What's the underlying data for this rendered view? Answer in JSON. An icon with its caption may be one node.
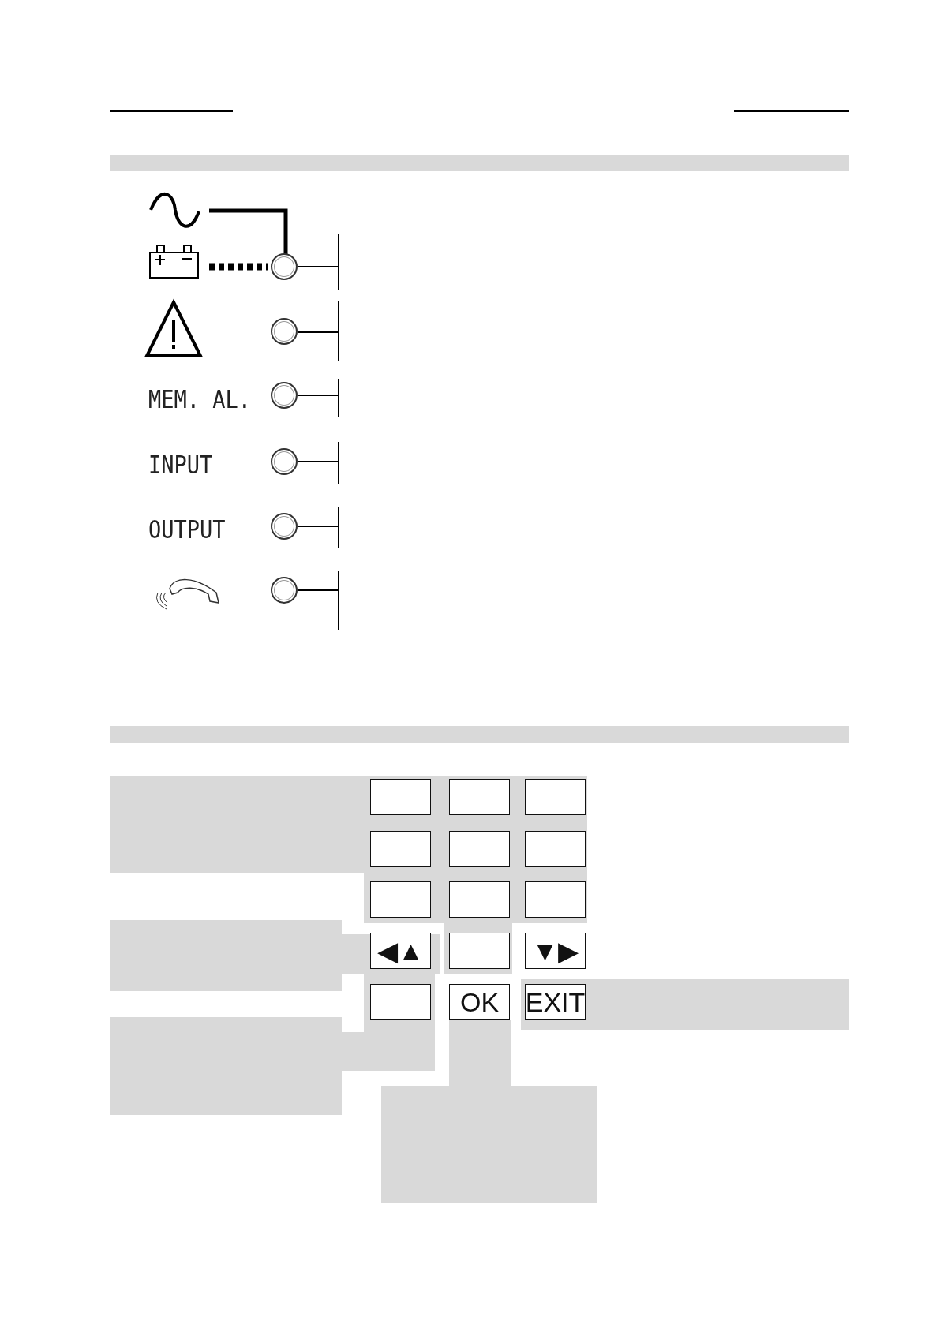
{
  "diagram": {
    "nodes": [
      {
        "text": [],
        "shape": "circle"
      },
      {
        "text": [],
        "shape": "circle"
      },
      {
        "text": [],
        "shape": "circle"
      },
      {
        "text": [],
        "shape": "circle"
      },
      {
        "text": [],
        "shape": "circle"
      },
      {
        "text": [],
        "shape": "circle"
      },
      {
        "text": [],
        "shape": "box"
      },
      {
        "text": [],
        "shape": "box"
      },
      {
        "text": [],
        "shape": "box"
      },
      {
        "text": [],
        "shape": "box"
      },
      {
        "text": [],
        "shape": "box"
      },
      {
        "text": [],
        "shape": "box"
      },
      {
        "text": [],
        "shape": "box"
      },
      {
        "text": [],
        "shape": "box"
      },
      {
        "text": [],
        "shape": "box"
      },
      {
        "text": [
          "◀▲"
        ]
      },
      {
        "text": [],
        "shape": "box"
      },
      {
        "text": [
          "▼▶"
        ]
      },
      {
        "text": [],
        "shape": "box"
      },
      {
        "text": [
          "OK"
        ]
      },
      {
        "text": [
          "EXIT"
        ]
      }
    ],
    "edges": [
      {
        "from": 0,
        "to": null,
        "arrow": "none"
      },
      {
        "from": 1,
        "to": null,
        "arrow": "none"
      },
      {
        "from": 2,
        "to": null,
        "arrow": "none"
      },
      {
        "from": 3,
        "to": null,
        "arrow": "none"
      },
      {
        "from": 4,
        "to": null,
        "arrow": "none"
      },
      {
        "from": 5,
        "to": null,
        "arrow": "none"
      }
    ],
    "labels": [
      "MEM. AL.",
      "INPUT",
      "OUTPUT"
    ]
  }
}
